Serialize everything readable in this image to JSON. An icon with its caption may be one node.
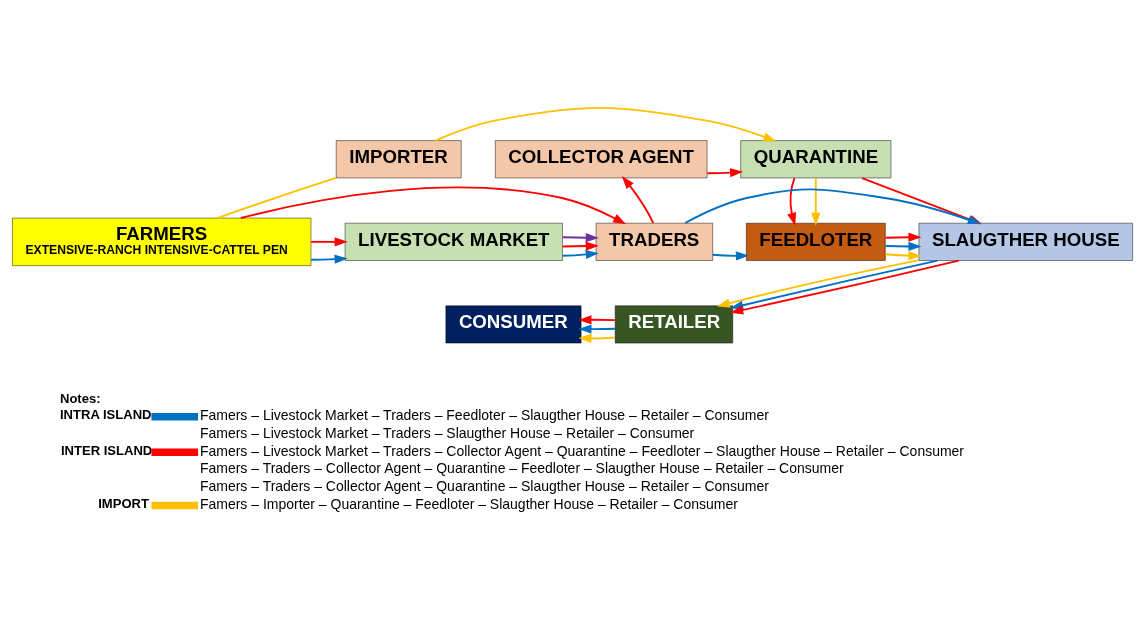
{
  "diagram": {
    "nodes": [
      {
        "text": [
          "IMPORTER"
        ]
      },
      {
        "text": [
          "COLLECTOR AGENT"
        ]
      },
      {
        "text": [
          "QUARANTINE"
        ]
      },
      {
        "text": [
          "FARMERS",
          "EXTENSIVE-RANCH INTENSIVE-CATTEL PEN"
        ]
      },
      {
        "text": [
          "LIVESTOCK MARKET"
        ]
      },
      {
        "text": [
          "TRADERS"
        ]
      },
      {
        "text": [
          "FEEDLOTER"
        ]
      },
      {
        "text": [
          "SLAUGTHER HOUSE"
        ]
      },
      {
        "text": [
          "CONSUMER"
        ]
      },
      {
        "text": [
          "RETAILER"
        ]
      }
    ],
    "edges": [
      {
        "from": 0,
        "to": 3,
        "arrow": "none",
        "color": "#ffc000"
      },
      {
        "from": 0,
        "to": 2,
        "arrow": "to",
        "color": "#ffc000"
      },
      {
        "from": 3,
        "to": 4,
        "arrow": "to",
        "color": "#0070c0"
      },
      {
        "from": 3,
        "to": 4,
        "arrow": "to",
        "color": "#ff0000"
      },
      {
        "from": 3,
        "to": 5,
        "arrow": "to",
        "color": "#ff0000"
      },
      {
        "from": 4,
        "to": 5,
        "arrow": "to",
        "color": "#0070c0"
      },
      {
        "from": 4,
        "to": 5,
        "arrow": "to",
        "color": "#ff0000"
      },
      {
        "from": 4,
        "to": 5,
        "arrow": "to",
        "color": "#7030a0"
      },
      {
        "from": 5,
        "to": 1,
        "arrow": "to",
        "color": "#ff0000"
      },
      {
        "from": 1,
        "to": 2,
        "arrow": "to",
        "color": "#ff0000"
      },
      {
        "from": 5,
        "to": 6,
        "arrow": "to",
        "color": "#0070c0"
      },
      {
        "from": 5,
        "to": 7,
        "arrow": "to",
        "color": "#0070c0"
      },
      {
        "from": 2,
        "to": 6,
        "arrow": "to",
        "color": "#ff0000"
      },
      {
        "from": 2,
        "to": 6,
        "arrow": "to",
        "color": "#ffc000"
      },
      {
        "from": 2,
        "to": 7,
        "arrow": "to",
        "color": "#ff0000"
      },
      {
        "from": 6,
        "to": 7,
        "arrow": "to",
        "color": "#ffc000"
      },
      {
        "from": 6,
        "to": 7,
        "arrow": "to",
        "color": "#0070c0"
      },
      {
        "from": 6,
        "to": 7,
        "arrow": "to",
        "color": "#ff0000"
      },
      {
        "from": 7,
        "to": 9,
        "arrow": "to",
        "color": "#ffc000"
      },
      {
        "from": 7,
        "to": 9,
        "arrow": "to",
        "color": "#0070c0"
      },
      {
        "from": 7,
        "to": 9,
        "arrow": "to",
        "color": "#ff0000"
      },
      {
        "from": 9,
        "to": 8,
        "arrow": "to",
        "color": "#ffc000"
      },
      {
        "from": 9,
        "to": 8,
        "arrow": "to",
        "color": "#0070c0"
      },
      {
        "from": 9,
        "to": 8,
        "arrow": "to",
        "color": "#ff0000"
      }
    ],
    "labels": [
      "Notes:",
      "Famers – Livestock Market – Traders – Feedloter – Slaugther House – Retailer – Consumer",
      "Famers – Livestock Market – Traders – Slaugther House – Retailer – Consumer",
      "Famers – Livestock Market – Traders – Collector Agent – Quarantine – Feedloter – Slaugther House – Retailer – Consumer",
      "Famers – Traders – Collector Agent – Quarantine – Feedloter – Slaugther House – Retailer – Consumer",
      "Famers – Traders – Collector Agent – Quarantine – Slaugther House – Retailer – Consumer",
      "Famers – Importer – Quarantine – Feedloter – Slaugther House – Retailer – Consumer"
    ],
    "legend": [
      {
        "text": "INTRA ISLAND",
        "color": "#0070c0"
      },
      {
        "text": "INTER ISLAND",
        "color": "#ff0000"
      },
      {
        "text": "IMPORT",
        "color": "#ffc000"
      }
    ]
  }
}
